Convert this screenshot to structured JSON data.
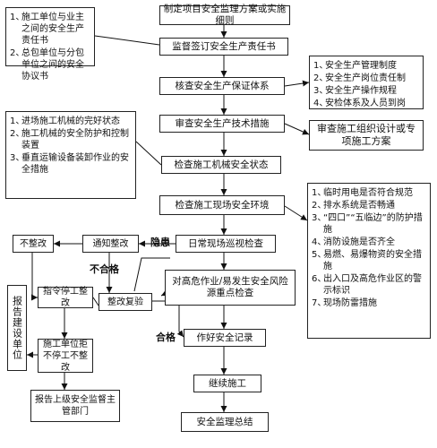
{
  "flow": {
    "step1": "制定项目安全监理方案或实施细则",
    "step2": "监督签订安全生产责任书",
    "step3": "核查安全生产保证体系",
    "step4": "审查安全生产技术措施",
    "step5": "检查施工机械安全状态",
    "step6": "检查施工现场安全环境",
    "step7": "日常现场巡视检查",
    "step8": "对高危作业/易发生安全风险源重点检查",
    "step9": "作好安全记录",
    "step10": "继续施工",
    "step11": "安全监理总结"
  },
  "side": {
    "notice": "通知整改",
    "not_fixed": "不整改",
    "stop_order": "指令停工整改",
    "review": "整改复验",
    "refuse": "施工单位拒不停工不整改",
    "report_upper": "报告上级安全监督主管部门",
    "report_owner": "报告建设单位"
  },
  "labels": {
    "hazard": "隐患",
    "unqualified": "不合格",
    "qualified": "合格"
  },
  "notes": {
    "responsibility": [
      {
        "n": "1、",
        "t": "施工单位与业主之间的安全生产责任书"
      },
      {
        "n": "2、",
        "t": "总包单位与分包单位之间的安全协议书"
      }
    ],
    "system": [
      {
        "n": "1、",
        "t": "安全生产管理制度"
      },
      {
        "n": "2、",
        "t": "安全生产岗位责任制"
      },
      {
        "n": "3、",
        "t": "安全生产操作规程"
      },
      {
        "n": "4、",
        "t": "安检体系及人员到岗"
      }
    ],
    "tech": "审查施工组织设计或专项施工方案",
    "machinery": [
      {
        "n": "1、",
        "t": "进场施工机械的完好状态"
      },
      {
        "n": "2、",
        "t": "施工机械的安全防护和控制装置"
      },
      {
        "n": "3、",
        "t": "垂直运输设备装卸作业的安全措施"
      }
    ],
    "environment": [
      {
        "n": "1、",
        "t": "临时用电是否符合规范"
      },
      {
        "n": "2、",
        "t": "排水系统是否畅通"
      },
      {
        "n": "3、",
        "t": "“四口”“五临边”的防护措施"
      },
      {
        "n": "4、",
        "t": "消防设施是否齐全"
      },
      {
        "n": "5、",
        "t": "易燃、易爆物资的安全措施"
      },
      {
        "n": "6、",
        "t": "出入口及高危作业区的警示标识"
      },
      {
        "n": "7、",
        "t": "现场防雷措施"
      }
    ]
  }
}
